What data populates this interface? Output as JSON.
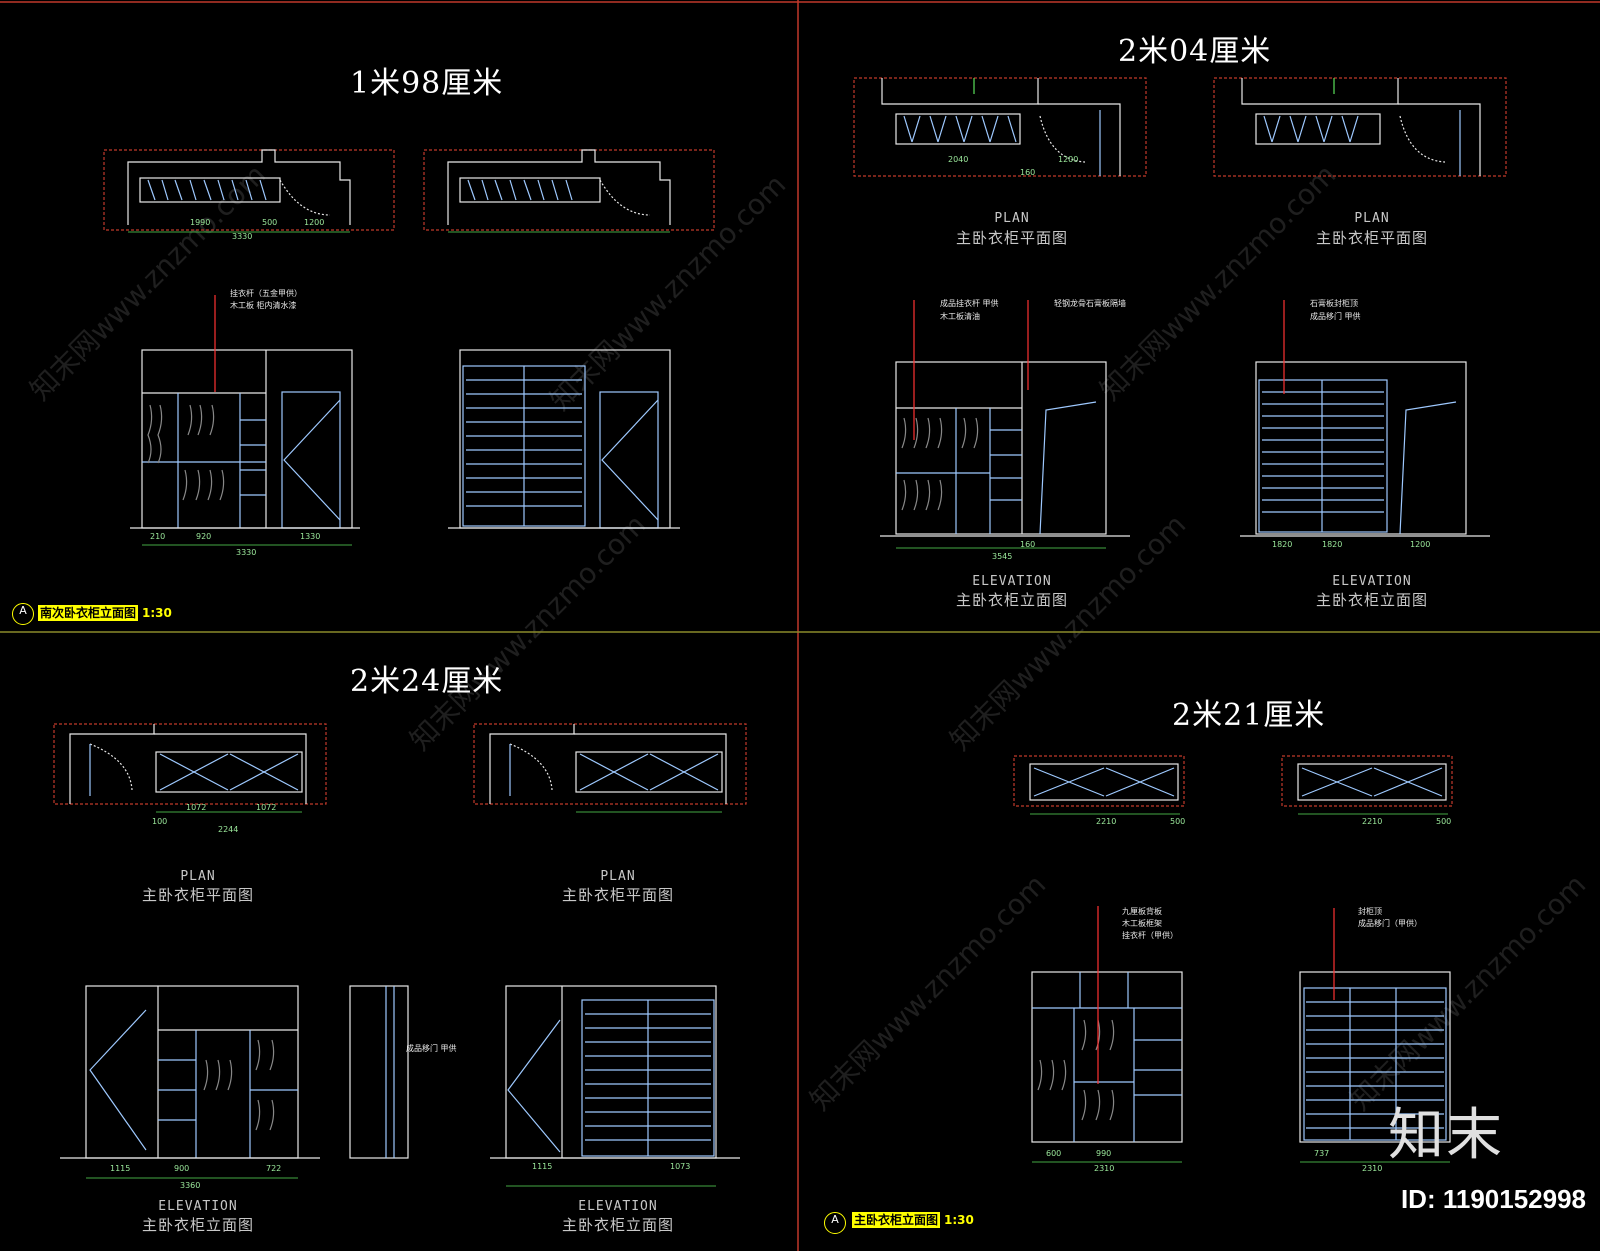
{
  "sections": [
    {
      "title": "1米98厘米"
    },
    {
      "title": "2米04厘米"
    },
    {
      "title": "2米24厘米"
    },
    {
      "title": "2米21厘米"
    }
  ],
  "plan_label_en": "PLAN",
  "plan_label_zh": "主卧衣柜平面图",
  "elev_label_en": "ELEVATION",
  "elev_label_zh": "主卧衣柜立面图",
  "scale_tl": {
    "letter": "A",
    "name": "南次卧衣柜立面图",
    "scale": "1:30"
  },
  "scale_br": {
    "letter": "A",
    "name": "主卧衣柜立面图",
    "scale": "1:30"
  },
  "notes": {
    "s1": [
      "挂衣杆（五金甲供）",
      "木工板 柜内清水漆"
    ],
    "s2a": [
      "成品挂衣杆 甲供",
      "木工板清油",
      "轻钢龙骨石膏板隔墙"
    ],
    "s2b": [
      "石膏板封柜顶",
      "成品移门 甲供"
    ],
    "s3": [
      "成品移门 甲供"
    ],
    "s4a": [
      "九厘板背板",
      "木工板框架",
      "挂衣杆（甲供）"
    ],
    "s4b": [
      "封柜顶",
      "成品移门（甲供）"
    ]
  },
  "dims": {
    "s1_plan": [
      "1990",
      "500",
      "1200",
      "3330"
    ],
    "s1_elev": [
      "210",
      "920",
      "1330",
      "3330"
    ],
    "s2_plan": [
      "2040",
      "1200",
      "160"
    ],
    "s2_elev": [
      "3545",
      "1820",
      "1820",
      "1200",
      "160"
    ],
    "s3_plan": [
      "1072",
      "1072",
      "100",
      "2244"
    ],
    "s3_elev": [
      "1115",
      "900",
      "722",
      "3360",
      "1115",
      "1073"
    ],
    "s4_plan": [
      "2210",
      "500"
    ],
    "s4_elev": [
      "2310",
      "600",
      "990",
      "2310",
      "737"
    ]
  },
  "watermark": "知末网www.znzmo.com",
  "logo": {
    "text": "知末",
    "id": "ID: 1190152998"
  }
}
